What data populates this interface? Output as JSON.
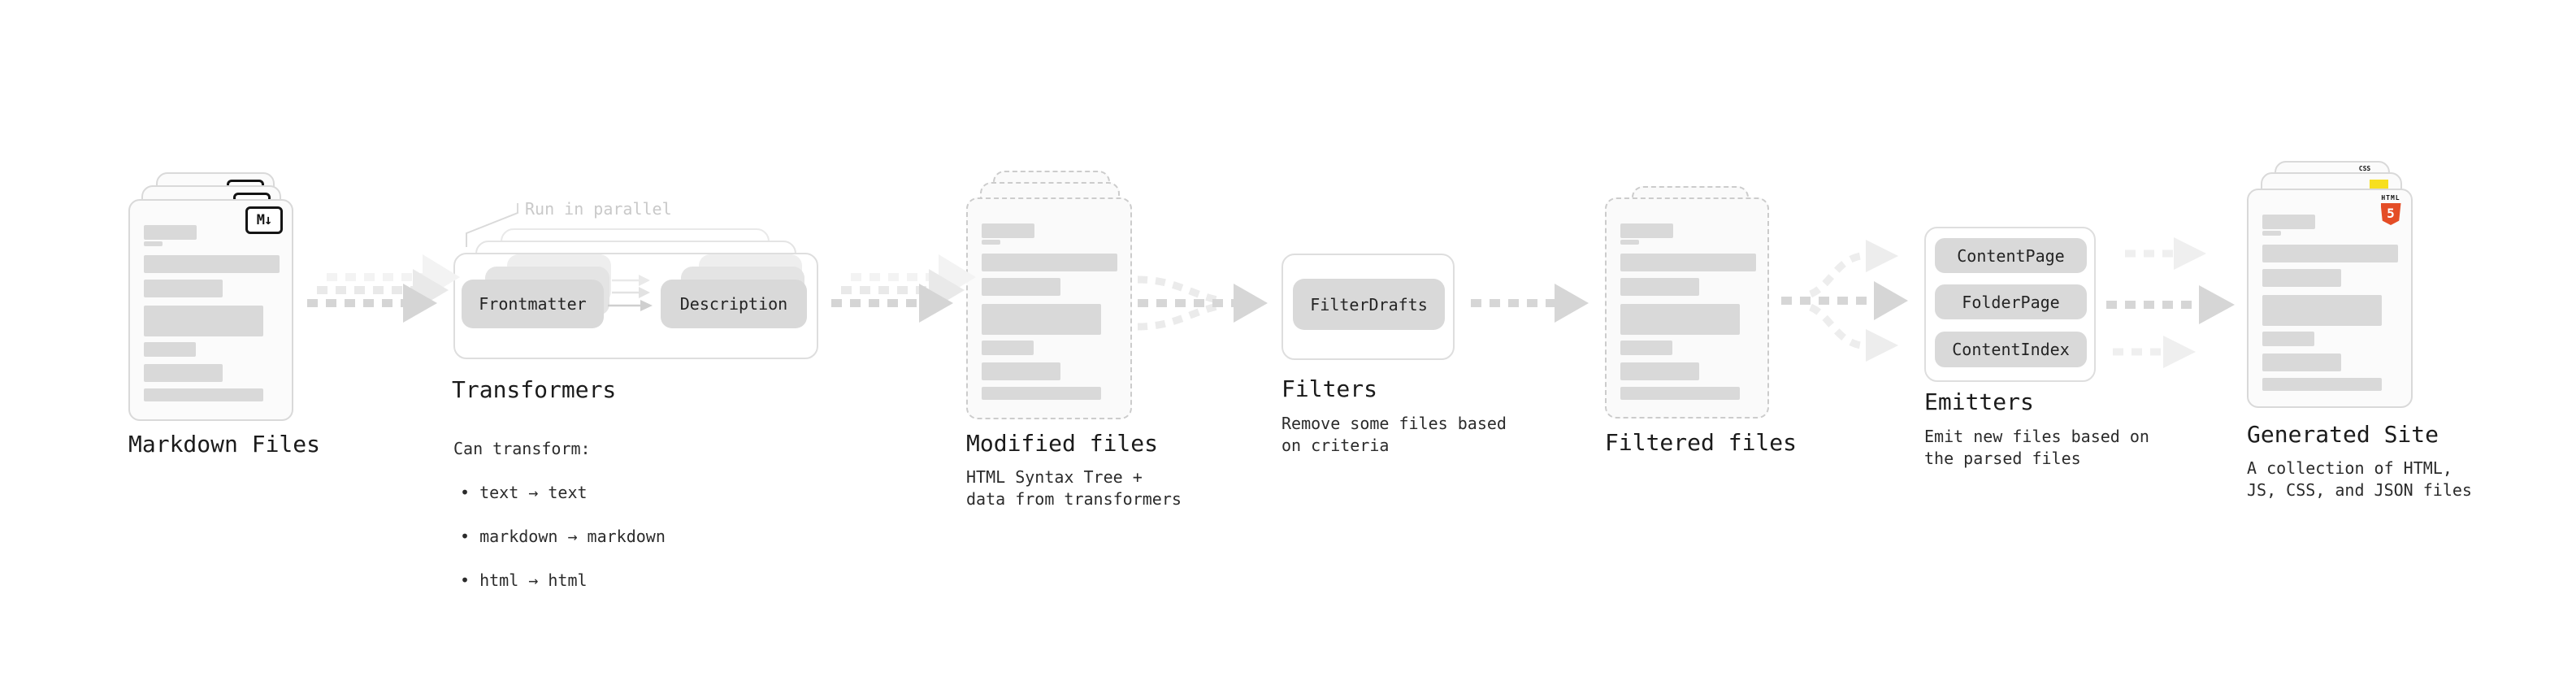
{
  "colors": {
    "accent_gray": "#d9d9d9",
    "arrow_gray": "#d5d5d5",
    "arrow_light": "#ececec",
    "text_dark": "#1b1b1b",
    "annotation_gray": "#c9c9c9",
    "css_blue": "#264de4",
    "js_yellow": "#f7df1e",
    "html5_orange": "#e44d26"
  },
  "decor": {
    "file_card_bars": [
      {
        "w": 65,
        "h": 18,
        "mb": 2
      },
      {
        "w": 23,
        "h": 6,
        "mb": 11
      },
      {
        "w": 167,
        "h": 22,
        "mb": 8
      },
      {
        "w": 97,
        "h": 22,
        "mb": 10
      },
      {
        "w": 147,
        "h": 38,
        "mb": 7
      },
      {
        "w": 64,
        "h": 18,
        "mb": 9
      },
      {
        "w": 97,
        "h": 22,
        "mb": 8
      },
      {
        "w": 147,
        "h": 16,
        "mb": 0
      }
    ]
  },
  "nodes": {
    "markdown_files": {
      "title": "Markdown Files",
      "badge": "M↓"
    },
    "transformers": {
      "title": "Transformers",
      "annotation": "Run in parallel",
      "pills": [
        "Frontmatter",
        "Description"
      ],
      "caption_heading": "Can transform:",
      "bullets": [
        "text → text",
        "markdown → markdown",
        "html → html"
      ]
    },
    "modified_files": {
      "title": "Modified files",
      "caption": "HTML Syntax Tree +\ndata from transformers"
    },
    "filters": {
      "title": "Filters",
      "pill": "FilterDrafts",
      "caption": "Remove some files based\non criteria"
    },
    "filtered_files": {
      "title": "Filtered files"
    },
    "emitters": {
      "title": "Emitters",
      "pills": [
        "ContentPage",
        "FolderPage",
        "ContentIndex"
      ],
      "caption": "Emit new files based on\nthe parsed files"
    },
    "generated_site": {
      "title": "Generated Site",
      "caption": "A collection of HTML,\nJS, CSS, and JSON files",
      "badges": {
        "css_label": "CSS",
        "html_label": "HTML",
        "html_number": "5"
      }
    }
  }
}
